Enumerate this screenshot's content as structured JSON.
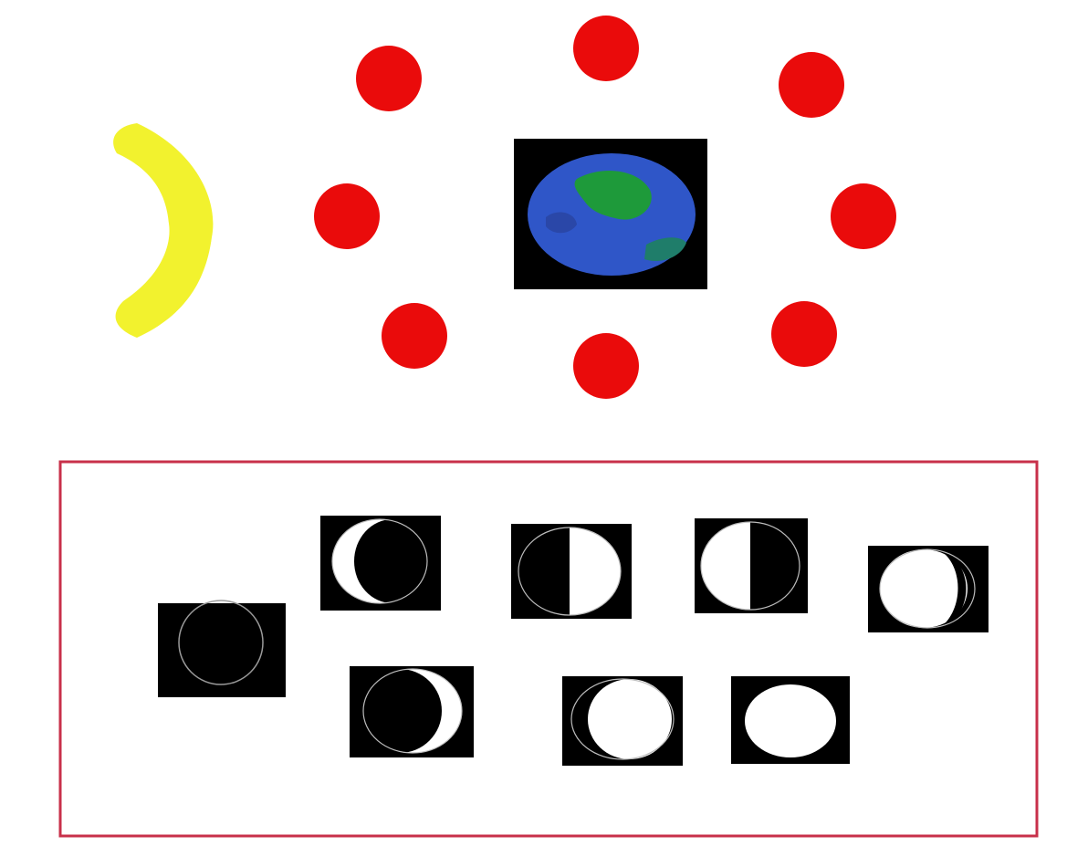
{
  "diagram": {
    "sun": {
      "icon": "sun-crescent-icon",
      "color": "#f2f22e",
      "label": ""
    },
    "earth": {
      "icon": "earth-globe-icon",
      "background": "#000000",
      "ocean_color": "#2f56c8",
      "land_color": "#1e9a3a"
    },
    "orbit_moons": {
      "count": 8,
      "color": "#ea0b0b",
      "icon": "moon-dot-icon"
    },
    "phases_panel": {
      "border_color": "#c8304a",
      "tile_background": "#000000",
      "lit_color": "#ffffff",
      "phases": [
        {
          "id": "new",
          "lit_side": "none",
          "lit_fraction": 0.0
        },
        {
          "id": "waxing-crescent-left",
          "lit_side": "left",
          "lit_fraction": 0.25
        },
        {
          "id": "half-right",
          "lit_side": "right",
          "lit_fraction": 0.5
        },
        {
          "id": "half-left",
          "lit_side": "left",
          "lit_fraction": 0.5
        },
        {
          "id": "gibbous-left",
          "lit_side": "left",
          "lit_fraction": 0.85
        },
        {
          "id": "crescent-right",
          "lit_side": "right",
          "lit_fraction": 0.25
        },
        {
          "id": "gibbous-right",
          "lit_side": "right",
          "lit_fraction": 0.75
        },
        {
          "id": "full",
          "lit_side": "both",
          "lit_fraction": 1.0
        }
      ]
    }
  }
}
